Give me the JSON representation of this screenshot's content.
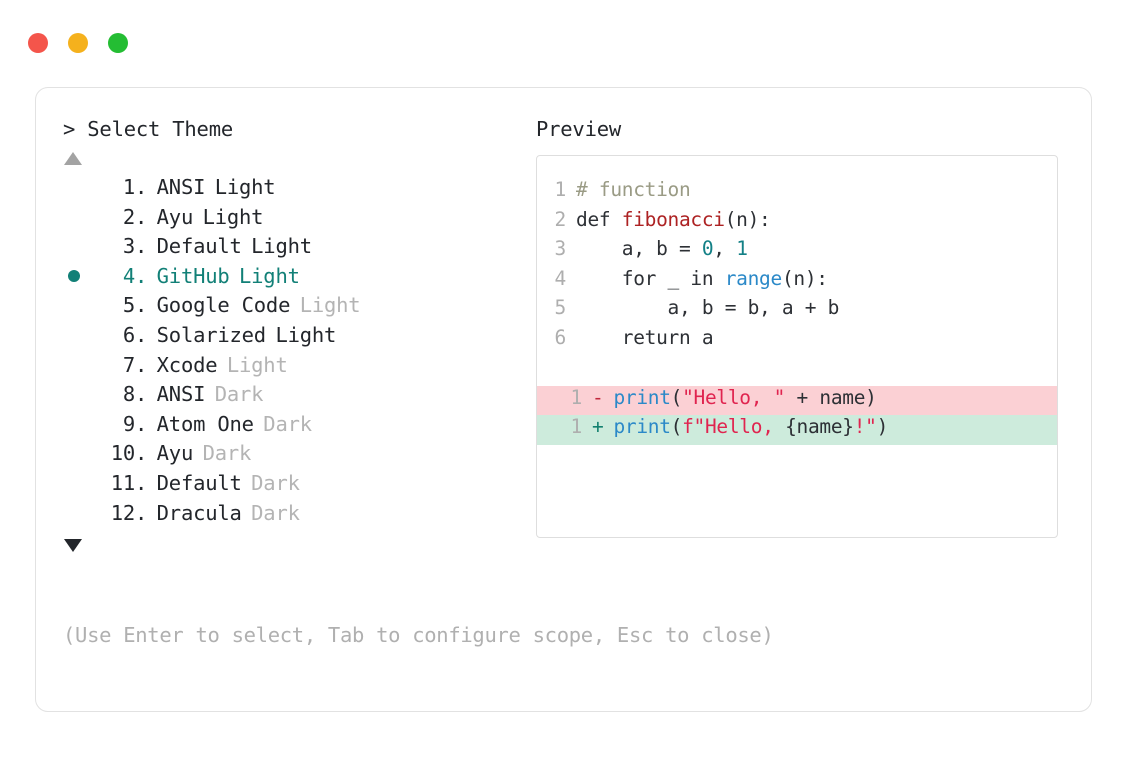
{
  "window": {
    "dots": [
      {
        "name": "close",
        "color": "#f4554b"
      },
      {
        "name": "minimize",
        "color": "#f5b11d"
      },
      {
        "name": "maximize",
        "color": "#24bd33"
      }
    ]
  },
  "theme_picker": {
    "prompt": "> Select Theme",
    "scroll_up_glyph": "▲",
    "scroll_down_glyph": "▼",
    "selected_index": 4,
    "selected_bullet": "●",
    "index_dot": ".",
    "items": [
      {
        "index": "1",
        "name": "ANSI",
        "suffix": "Light",
        "suffix_muted": false
      },
      {
        "index": "2",
        "name": "Ayu",
        "suffix": "Light",
        "suffix_muted": false
      },
      {
        "index": "3",
        "name": "Default",
        "suffix": "Light",
        "suffix_muted": false
      },
      {
        "index": "4",
        "name": "GitHub",
        "suffix": "Light",
        "suffix_muted": false
      },
      {
        "index": "5",
        "name": "Google Code",
        "suffix": "Light",
        "suffix_muted": true
      },
      {
        "index": "6",
        "name": "Solarized",
        "suffix": "Light",
        "suffix_muted": false
      },
      {
        "index": "7",
        "name": "Xcode",
        "suffix": "Light",
        "suffix_muted": true
      },
      {
        "index": "8",
        "name": "ANSI",
        "suffix": "Dark",
        "suffix_muted": true
      },
      {
        "index": "9",
        "name": "Atom One",
        "suffix": "Dark",
        "suffix_muted": true
      },
      {
        "index": "10",
        "name": "Ayu",
        "suffix": "Dark",
        "suffix_muted": true
      },
      {
        "index": "11",
        "name": "Default",
        "suffix": "Dark",
        "suffix_muted": true
      },
      {
        "index": "12",
        "name": "Dracula",
        "suffix": "Dark",
        "suffix_muted": true
      }
    ]
  },
  "preview": {
    "heading": "Preview",
    "code_lines": [
      {
        "num": "1",
        "tokens": [
          {
            "t": "# function",
            "c": "t-comment"
          }
        ]
      },
      {
        "num": "2",
        "tokens": [
          {
            "t": "def ",
            "c": "t-plain"
          },
          {
            "t": "fibonacci",
            "c": "t-func"
          },
          {
            "t": "(n):",
            "c": "t-plain"
          }
        ]
      },
      {
        "num": "3",
        "tokens": [
          {
            "t": "    a, b = ",
            "c": "t-plain"
          },
          {
            "t": "0",
            "c": "t-num"
          },
          {
            "t": ", ",
            "c": "t-plain"
          },
          {
            "t": "1",
            "c": "t-num"
          }
        ]
      },
      {
        "num": "4",
        "tokens": [
          {
            "t": "    for _ in ",
            "c": "t-plain"
          },
          {
            "t": "range",
            "c": "t-builtin"
          },
          {
            "t": "(n):",
            "c": "t-plain"
          }
        ]
      },
      {
        "num": "5",
        "tokens": [
          {
            "t": "        a, b = b, a + b",
            "c": "t-plain"
          }
        ]
      },
      {
        "num": "6",
        "tokens": [
          {
            "t": "    return a",
            "c": "t-plain"
          }
        ]
      }
    ],
    "diff_lines": [
      {
        "num": "1",
        "kind": "del",
        "marker": "-",
        "tokens": [
          {
            "t": "print",
            "c": "t-builtin"
          },
          {
            "t": "(",
            "c": "t-plain"
          },
          {
            "t": "\"Hello, \"",
            "c": "t-str"
          },
          {
            "t": " + name)",
            "c": "t-plain"
          }
        ]
      },
      {
        "num": "1",
        "kind": "add",
        "marker": "+",
        "tokens": [
          {
            "t": "print",
            "c": "t-builtin"
          },
          {
            "t": "(",
            "c": "t-plain"
          },
          {
            "t": "f\"Hello, ",
            "c": "t-str"
          },
          {
            "t": "{name}",
            "c": "t-plain"
          },
          {
            "t": "!\"",
            "c": "t-str"
          },
          {
            "t": ")",
            "c": "t-plain"
          }
        ]
      }
    ]
  },
  "footer": {
    "hint": "(Use Enter to select, Tab to configure scope, Esc to close)"
  },
  "colors": {
    "accent_teal": "#128077",
    "muted_text": "#b4b4b4",
    "body_text": "#23262b",
    "diff_del_bg": "#fbd0d4",
    "diff_add_bg": "#cdebdc"
  }
}
